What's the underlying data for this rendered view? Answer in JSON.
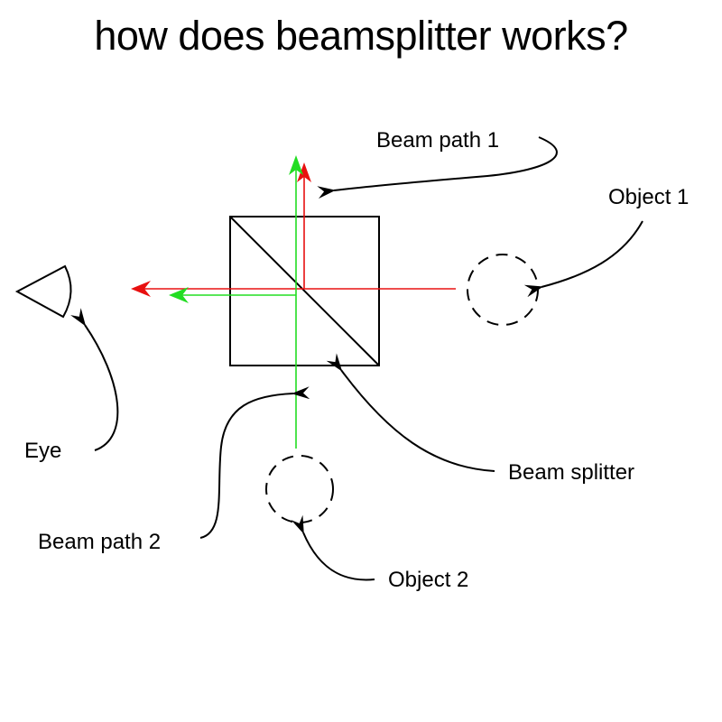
{
  "title": "how does beamsplitter works?",
  "colors": {
    "beam_path_1": "#e81010",
    "beam_path_2": "#22dd22",
    "outline": "#000000"
  },
  "labels": {
    "beam_path_1": "Beam path 1",
    "beam_path_2": "Beam path 2",
    "object_1": "Object 1",
    "object_2": "Object 2",
    "eye": "Eye",
    "beam_splitter": "Beam splitter"
  }
}
